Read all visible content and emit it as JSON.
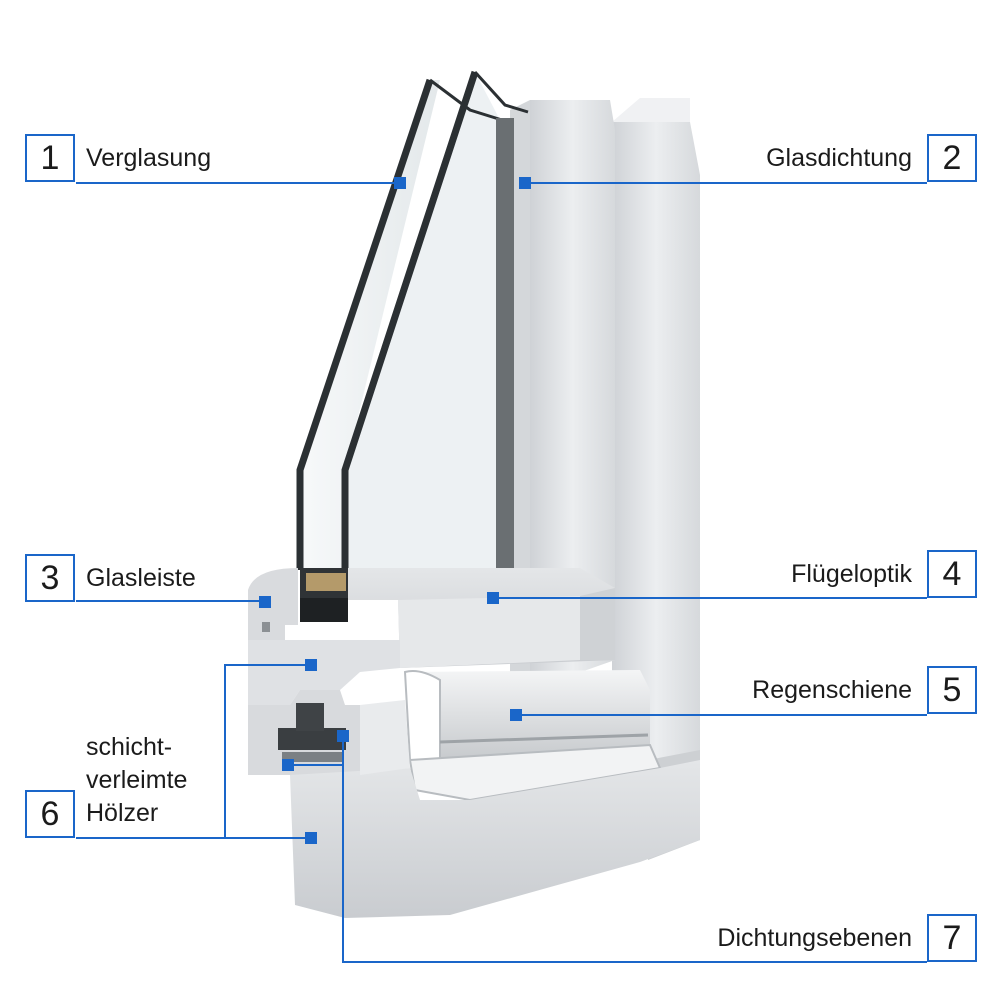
{
  "colors": {
    "accent": "#1a66c9",
    "frame": "#dfe1e4",
    "glass": "#eef2f4",
    "pane_edge": "#2b3033",
    "seal": "#2f3336"
  },
  "callouts": [
    {
      "number": "1",
      "label": "Verglasung"
    },
    {
      "number": "2",
      "label": "Glasdichtung"
    },
    {
      "number": "3",
      "label": "Glasleiste"
    },
    {
      "number": "4",
      "label": "Flügeloptik"
    },
    {
      "number": "5",
      "label": "Regenschiene"
    },
    {
      "number": "6",
      "label_lines": [
        "schicht-",
        "verleimte",
        "Hölzer"
      ]
    },
    {
      "number": "7",
      "label": "Dichtungsebenen"
    }
  ]
}
